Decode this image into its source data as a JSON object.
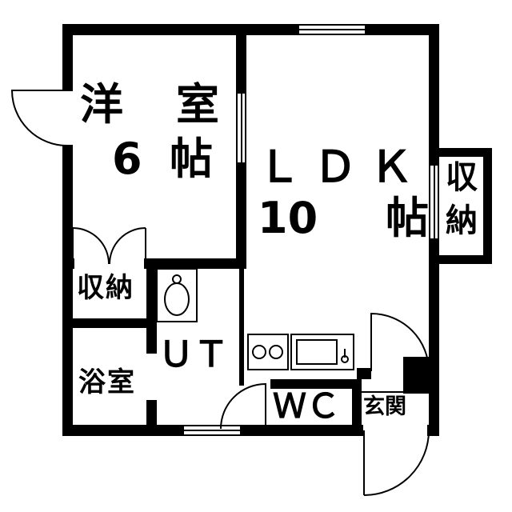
{
  "colors": {
    "wall": "#000000",
    "background": "#ffffff"
  },
  "rooms": {
    "western_room": {
      "char1": "洋",
      "char2": "室",
      "size_num": "6",
      "size_unit": "帖"
    },
    "ldk": {
      "name": "ＬＤＫ",
      "size_num": "10",
      "size_unit": "帖"
    },
    "storage_right": {
      "char1": "収",
      "char2": "納"
    },
    "storage_left": {
      "name": "収納"
    },
    "bath": {
      "name": "浴室"
    },
    "utility": {
      "name": "ＵＴ"
    },
    "toilet": {
      "name": "ＷＣ"
    },
    "entrance": {
      "name": "玄関"
    }
  }
}
